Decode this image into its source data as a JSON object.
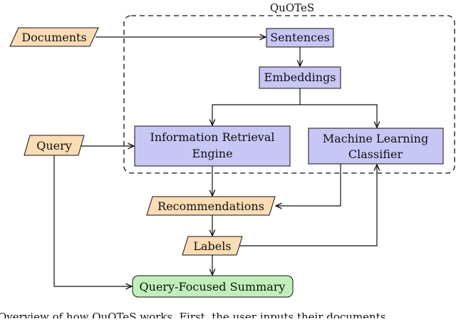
{
  "group": {
    "label": "QuOTeS"
  },
  "nodes": {
    "documents": "Documents",
    "query": "Query",
    "sentences": "Sentences",
    "embeddings": "Embeddings",
    "ir_engine": [
      "Information Retrieval",
      "Engine"
    ],
    "ml_classifier": [
      "Machine Learning",
      "Classifier"
    ],
    "recommendations": "Recommendations",
    "labels": "Labels",
    "summary": "Query-Focused Summary"
  },
  "caption": "Overview of how QuOTeS works. First, the user inputs their documents",
  "colors": {
    "io": "#fbdcb4",
    "process": "#c7c6f4",
    "output": "#bff0b8",
    "stroke": "#111111"
  }
}
